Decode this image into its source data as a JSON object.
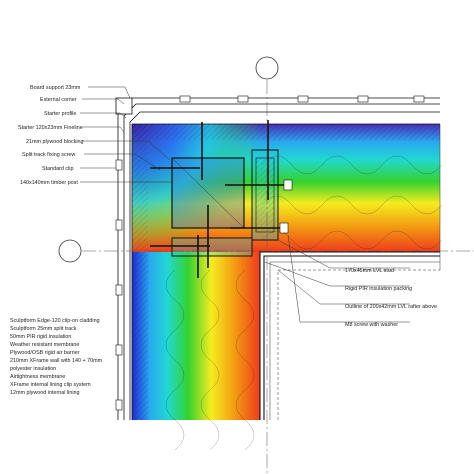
{
  "grid_markers": {
    "top": "",
    "left": ""
  },
  "callouts_left": [
    "Board support 23mm",
    "External corner",
    "Starter profile",
    "Starter 120x23mm Fineline",
    "21mm plywood blocking",
    "Split track fixing screw",
    "Standard clip",
    "140x140mm timber post"
  ],
  "callouts_right": [
    "170x45mm LVL stud",
    "Rigid PIR insulation packing",
    "Outline of 200x42mm LVL rafter above",
    "M8 screw with washer"
  ],
  "buildup_lines": [
    "Sculptform Edge-120 clip-on cladding",
    "Sculptform 25mm split track",
    "50mm PIR rigid insulation",
    "Weather resistant membrane",
    "Plywood/OSB rigid air barrier",
    "210mm XFrame wall with 140 + 70mm",
    "polyester insulation",
    "Airtightness membrane",
    "XFrame internal lining clip system",
    "12mm plywood internal lining"
  ],
  "thermal_colors": [
    "#1f2bd6",
    "#2aa8f0",
    "#21d8d0",
    "#35d22e",
    "#f5ec1f",
    "#f39c12",
    "#ef3b1d"
  ]
}
